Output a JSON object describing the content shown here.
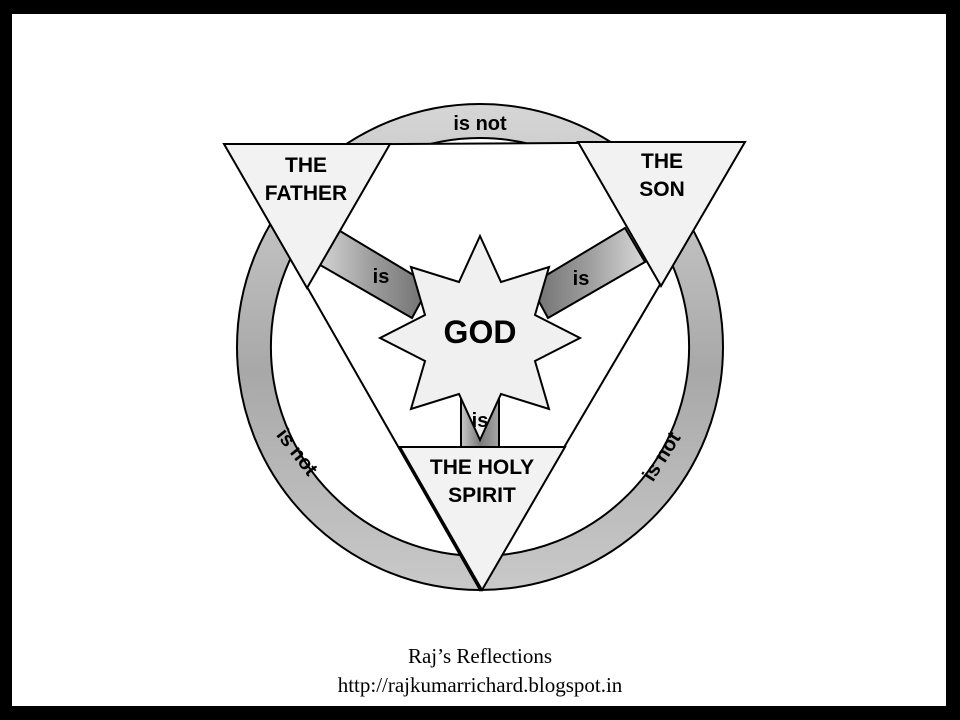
{
  "diagram": {
    "center": "GOD",
    "persons": {
      "father": [
        "THE",
        "FATHER"
      ],
      "son": [
        "THE",
        "SON"
      ],
      "spirit": [
        "THE HOLY",
        "SPIRIT"
      ]
    },
    "relations": {
      "father_god": "is",
      "son_god": "is",
      "spirit_god": "is",
      "father_son": "is not",
      "father_spirit": "is not",
      "son_spirit": "is not"
    }
  },
  "footer": {
    "title": "Raj’s Reflections",
    "url": "http://rajkumarrichard.blogspot.in"
  },
  "colors": {
    "background_frame": "#000000",
    "canvas": "#ffffff",
    "outline": "#000000",
    "triangle_fill": "#f2f2f2",
    "star_fill": "#f0f0f0",
    "ring_light": "#d4d4d4",
    "ring_dark": "#8a8a8a"
  }
}
